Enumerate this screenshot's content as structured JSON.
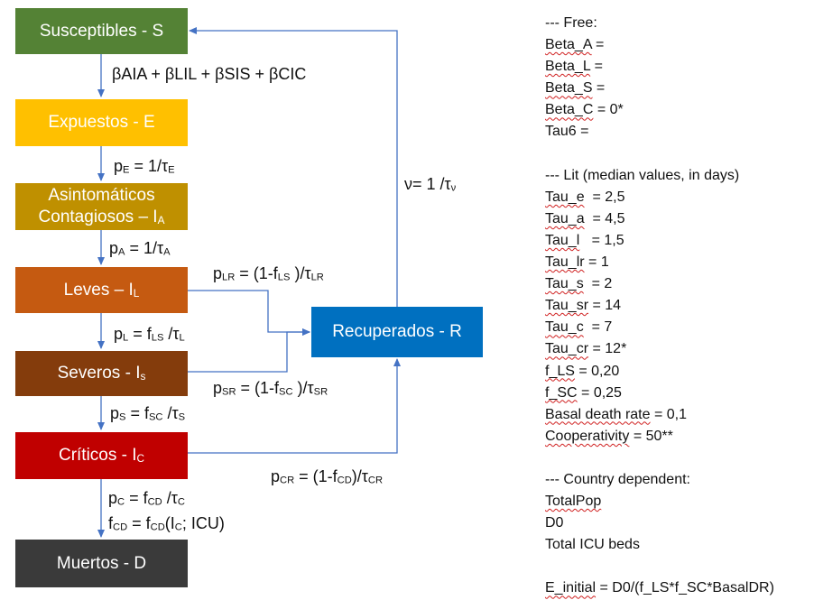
{
  "nodes": {
    "S": {
      "label": "Susceptibles - S",
      "color": "#548235"
    },
    "E": {
      "label": "Expuestos - E",
      "color": "#FFC000"
    },
    "A": {
      "line1": "Asintomáticos",
      "line2": "Contagiosos – I",
      "sub": "A",
      "color": "#BF9000"
    },
    "L": {
      "label": "Leves – I",
      "sub": "L",
      "color": "#C55A11"
    },
    "Sv": {
      "label": "Severos - I",
      "sub": "s",
      "color": "#843C0C"
    },
    "C": {
      "label": "Críticos - I",
      "sub": "C",
      "color": "#C00000"
    },
    "D": {
      "label": "Muertos - D",
      "color": "#3A3A3A"
    },
    "R": {
      "label": "Recuperados - R",
      "color": "#0070C0"
    }
  },
  "edges": {
    "SE": {
      "text": "βAIA + βLIL + βSIS + βCIC"
    },
    "EA": {
      "p": "p",
      "p_sub": "E",
      "eq": " = 1/τ",
      "tau_sub": "E"
    },
    "AL": {
      "p": "p",
      "p_sub": "A",
      "eq": " = 1/τ",
      "tau_sub": "A"
    },
    "LR": {
      "p": "p",
      "p_sub": "LR",
      "eq": " = (1-f",
      "f_sub": "LS",
      "tail": " )/τ",
      "tau_sub": "LR"
    },
    "LS": {
      "p": "p",
      "p_sub": "L",
      "eq": " = f",
      "f_sub": "LS",
      "tail": " /τ",
      "tau_sub": "L"
    },
    "SR": {
      "p": "p",
      "p_sub": "SR",
      "eq": " = (1-f",
      "f_sub": "SC",
      "tail": " )/τ",
      "tau_sub": "SR"
    },
    "SC": {
      "p": "p",
      "p_sub": "S",
      "eq": " = f",
      "f_sub": "SC",
      "tail": " /τ",
      "tau_sub": "S"
    },
    "CR": {
      "p": "p",
      "p_sub": "CR",
      "eq": " = (1-f",
      "f_sub": "CD",
      "tail": ")/τ",
      "tau_sub": "CR"
    },
    "CD1": {
      "p": "p",
      "p_sub": "C",
      "eq": " = f",
      "f_sub": "CD",
      "tail": " /τ",
      "tau_sub": "C"
    },
    "CD2": {
      "f": "f",
      "f_sub": "CD",
      "eq": " = f",
      "f2_sub": "CD",
      "tail": "(I",
      "i_sub": "C",
      "end": "; ICU)"
    },
    "RS": {
      "nu": "ν",
      "eq": "= 1 /τ",
      "tau_sub": "ν"
    }
  },
  "params": {
    "lines": [
      "--- Free:",
      "Beta_A =",
      "Beta_L =",
      "Beta_S =",
      "Beta_C = 0*",
      "Tau6 =",
      "",
      "--- Lit (median values, in days)",
      "Tau_e  = 2,5",
      "Tau_a  = 4,5",
      "Tau_l   = 1,5",
      "Tau_lr = 1",
      "Tau_s  = 2",
      "Tau_sr = 14",
      "Tau_c  = 7",
      "Tau_cr = 12*",
      "f_LS = 0,20",
      "f_SC = 0,25",
      "Basal death rate = 0,1",
      "Cooperativity = 50**",
      "",
      "--- Country dependent:",
      "TotalPop",
      "D0",
      "Total ICU beds",
      "",
      "E_initial = D0/(f_LS*f_SC*BasalDR)"
    ]
  },
  "colors": {
    "arrow": "#4472C4"
  }
}
